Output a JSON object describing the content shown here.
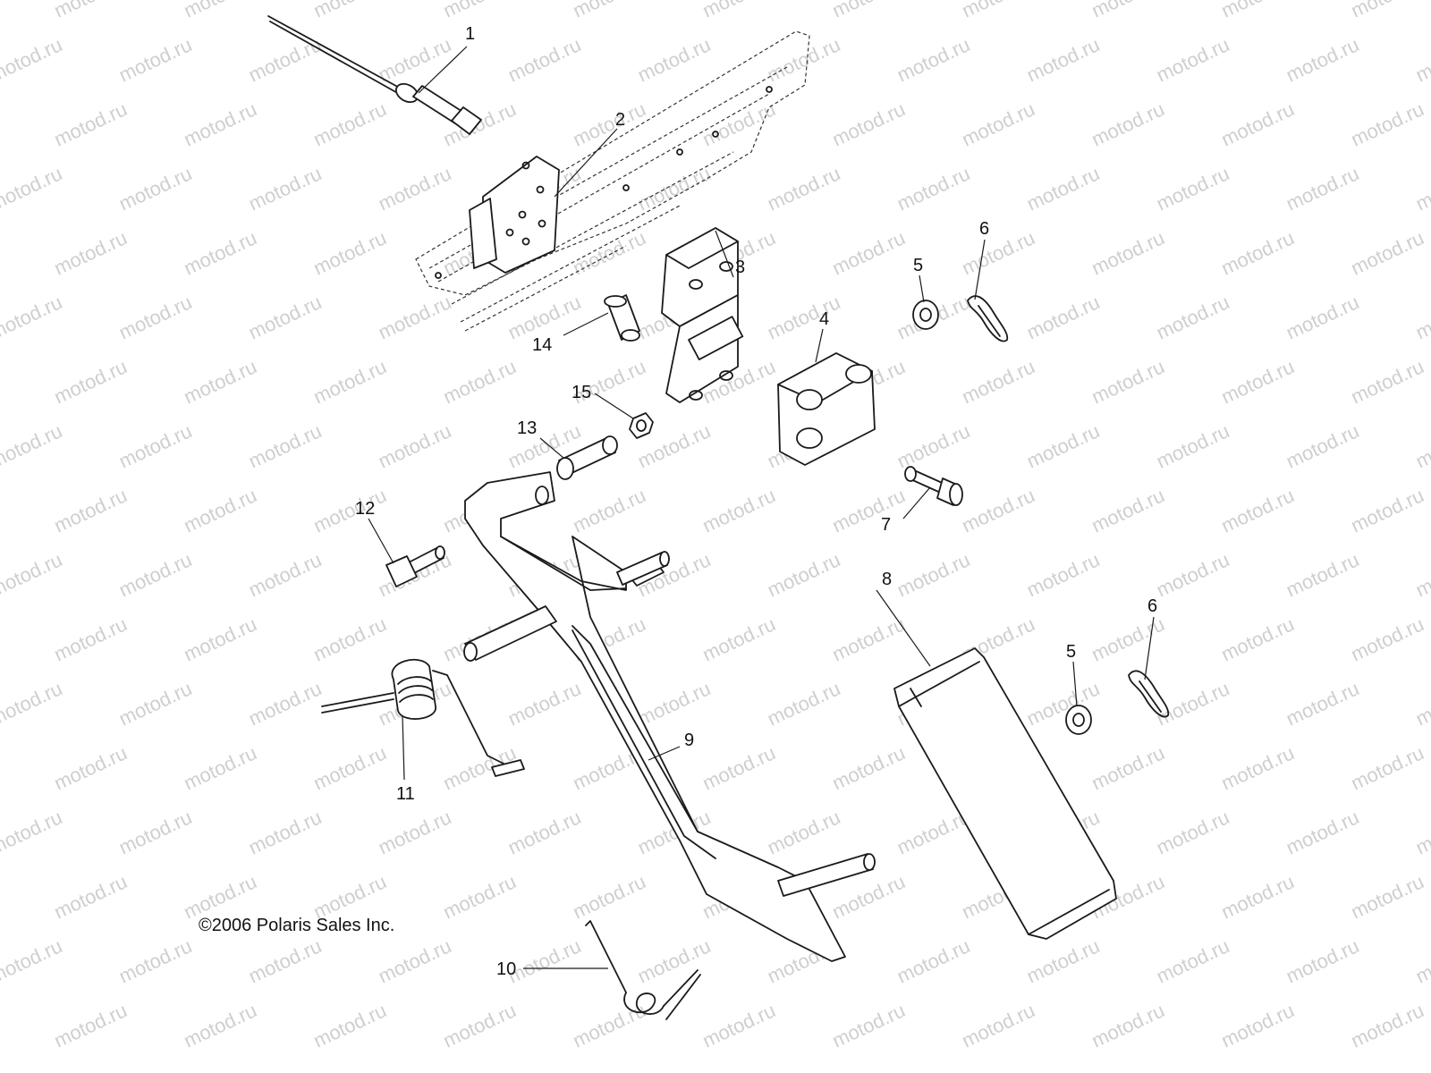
{
  "watermark_text": "motod.ru",
  "copyright": "©2006 Polaris Sales Inc.",
  "callouts": {
    "c1": "1",
    "c2": "2",
    "c3": "3",
    "c4": "4",
    "c5a": "5",
    "c5b": "5",
    "c6a": "6",
    "c6b": "6",
    "c7": "7",
    "c8": "8",
    "c9": "9",
    "c10": "10",
    "c11": "11",
    "c12": "12",
    "c13": "13",
    "c14": "14",
    "c15": "15"
  },
  "colors": {
    "line": "#1a1a1a",
    "watermark": "#cfcfcf",
    "background": "#ffffff"
  }
}
